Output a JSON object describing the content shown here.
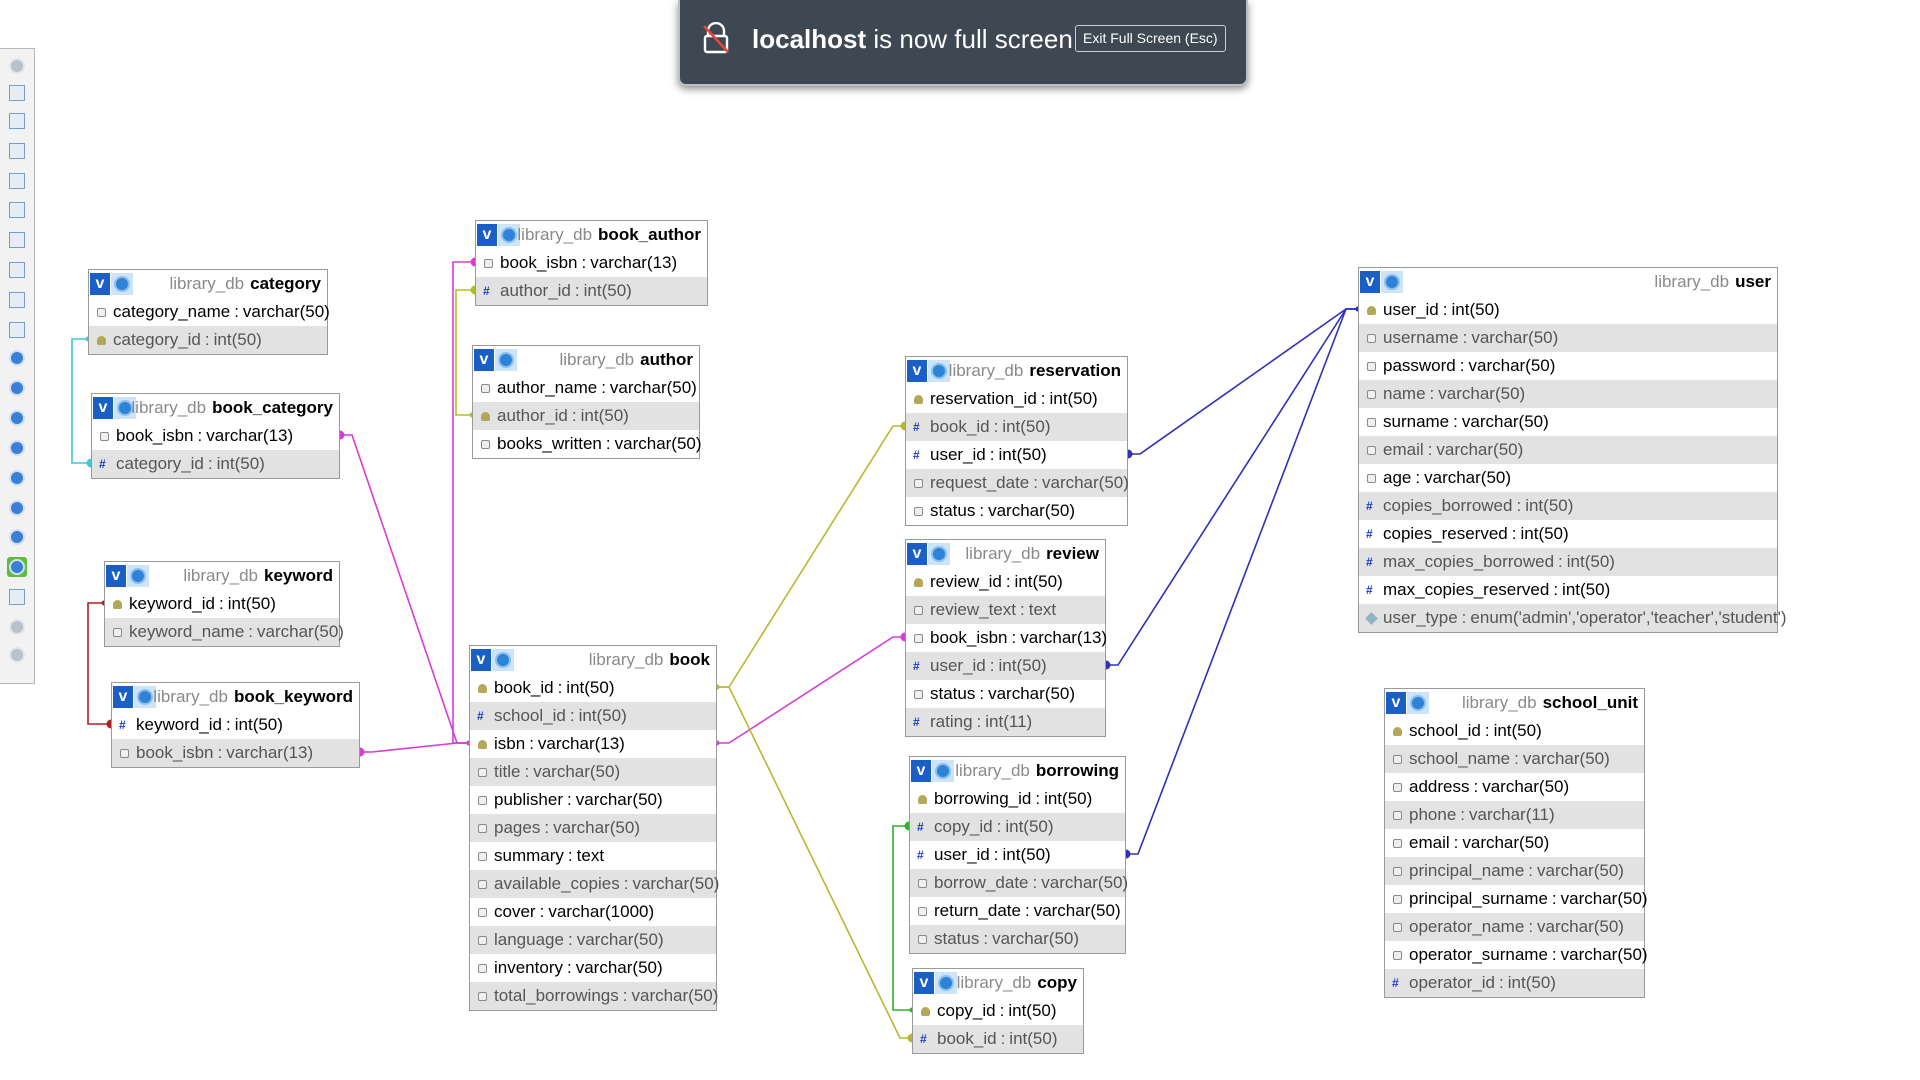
{
  "fullscreen": {
    "host": "localhost",
    "message": "is now full screen",
    "exit_label": "Exit Full Screen (Esc)"
  },
  "toolbar": {
    "icons": [
      "circle-check-icon",
      "toggle-fullscreen-icon",
      "add-page-icon",
      "new-page-icon",
      "edit-page-icon",
      "save-icon",
      "save-as-icon",
      "delete-page-icon",
      "page-list-icon",
      "music-icon",
      "globe-icon",
      "clock-icon",
      "help-icon",
      "back-icon",
      "pin-icon",
      "forward-icon",
      "info-icon",
      "active-table-icon",
      "export-icon",
      "redo-icon",
      "anchor-icon"
    ]
  },
  "tables": {
    "category": {
      "db": "library_db",
      "name": "category",
      "columns": [
        {
          "name": "category_name",
          "type": "varchar(50)",
          "icon": "str"
        },
        {
          "name": "category_id",
          "type": "int(50)",
          "icon": "key"
        }
      ]
    },
    "book_category": {
      "db": "library_db",
      "name": "book_category",
      "columns": [
        {
          "name": "book_isbn",
          "type": "varchar(13)",
          "icon": "str"
        },
        {
          "name": "category_id",
          "type": "int(50)",
          "icon": "num"
        }
      ]
    },
    "keyword": {
      "db": "library_db",
      "name": "keyword",
      "columns": [
        {
          "name": "keyword_id",
          "type": "int(50)",
          "icon": "key"
        },
        {
          "name": "keyword_name",
          "type": "varchar(50)",
          "icon": "str"
        }
      ]
    },
    "book_keyword": {
      "db": "library_db",
      "name": "book_keyword",
      "columns": [
        {
          "name": "keyword_id",
          "type": "int(50)",
          "icon": "num"
        },
        {
          "name": "book_isbn",
          "type": "varchar(13)",
          "icon": "str"
        }
      ]
    },
    "book_author": {
      "db": "library_db",
      "name": "book_author",
      "columns": [
        {
          "name": "book_isbn",
          "type": "varchar(13)",
          "icon": "str"
        },
        {
          "name": "author_id",
          "type": "int(50)",
          "icon": "num"
        }
      ]
    },
    "author": {
      "db": "library_db",
      "name": "author",
      "columns": [
        {
          "name": "author_name",
          "type": "varchar(50)",
          "icon": "str"
        },
        {
          "name": "author_id",
          "type": "int(50)",
          "icon": "key"
        },
        {
          "name": "books_written",
          "type": "varchar(50)",
          "icon": "str"
        }
      ]
    },
    "book": {
      "db": "library_db",
      "name": "book",
      "columns": [
        {
          "name": "book_id",
          "type": "int(50)",
          "icon": "key"
        },
        {
          "name": "school_id",
          "type": "int(50)",
          "icon": "num"
        },
        {
          "name": "isbn",
          "type": "varchar(13)",
          "icon": "key"
        },
        {
          "name": "title",
          "type": "varchar(50)",
          "icon": "str"
        },
        {
          "name": "publisher",
          "type": "varchar(50)",
          "icon": "str"
        },
        {
          "name": "pages",
          "type": "varchar(50)",
          "icon": "str"
        },
        {
          "name": "summary",
          "type": "text",
          "icon": "str"
        },
        {
          "name": "available_copies",
          "type": "varchar(50)",
          "icon": "str"
        },
        {
          "name": "cover",
          "type": "varchar(1000)",
          "icon": "str"
        },
        {
          "name": "language",
          "type": "varchar(50)",
          "icon": "str"
        },
        {
          "name": "inventory",
          "type": "varchar(50)",
          "icon": "str"
        },
        {
          "name": "total_borrowings",
          "type": "varchar(50)",
          "icon": "str"
        }
      ]
    },
    "reservation": {
      "db": "library_db",
      "name": "reservation",
      "columns": [
        {
          "name": "reservation_id",
          "type": "int(50)",
          "icon": "key"
        },
        {
          "name": "book_id",
          "type": "int(50)",
          "icon": "num"
        },
        {
          "name": "user_id",
          "type": "int(50)",
          "icon": "num"
        },
        {
          "name": "request_date",
          "type": "varchar(50)",
          "icon": "str"
        },
        {
          "name": "status",
          "type": "varchar(50)",
          "icon": "str"
        }
      ]
    },
    "review": {
      "db": "library_db",
      "name": "review",
      "columns": [
        {
          "name": "review_id",
          "type": "int(50)",
          "icon": "key"
        },
        {
          "name": "review_text",
          "type": "text",
          "icon": "str"
        },
        {
          "name": "book_isbn",
          "type": "varchar(13)",
          "icon": "str"
        },
        {
          "name": "user_id",
          "type": "int(50)",
          "icon": "num"
        },
        {
          "name": "status",
          "type": "varchar(50)",
          "icon": "str"
        },
        {
          "name": "rating",
          "type": "int(11)",
          "icon": "num"
        }
      ]
    },
    "borrowing": {
      "db": "library_db",
      "name": "borrowing",
      "columns": [
        {
          "name": "borrowing_id",
          "type": "int(50)",
          "icon": "key"
        },
        {
          "name": "copy_id",
          "type": "int(50)",
          "icon": "num"
        },
        {
          "name": "user_id",
          "type": "int(50)",
          "icon": "num"
        },
        {
          "name": "borrow_date",
          "type": "varchar(50)",
          "icon": "str"
        },
        {
          "name": "return_date",
          "type": "varchar(50)",
          "icon": "str"
        },
        {
          "name": "status",
          "type": "varchar(50)",
          "icon": "str"
        }
      ]
    },
    "copy": {
      "db": "library_db",
      "name": "copy",
      "columns": [
        {
          "name": "copy_id",
          "type": "int(50)",
          "icon": "key"
        },
        {
          "name": "book_id",
          "type": "int(50)",
          "icon": "num"
        }
      ]
    },
    "user": {
      "db": "library_db",
      "name": "user",
      "columns": [
        {
          "name": "user_id",
          "type": "int(50)",
          "icon": "key"
        },
        {
          "name": "username",
          "type": "varchar(50)",
          "icon": "str"
        },
        {
          "name": "password",
          "type": "varchar(50)",
          "icon": "str"
        },
        {
          "name": "name",
          "type": "varchar(50)",
          "icon": "str"
        },
        {
          "name": "surname",
          "type": "varchar(50)",
          "icon": "str"
        },
        {
          "name": "email",
          "type": "varchar(50)",
          "icon": "str"
        },
        {
          "name": "age",
          "type": "varchar(50)",
          "icon": "str"
        },
        {
          "name": "copies_borrowed",
          "type": "int(50)",
          "icon": "num"
        },
        {
          "name": "copies_reserved",
          "type": "int(50)",
          "icon": "num"
        },
        {
          "name": "max_copies_borrowed",
          "type": "int(50)",
          "icon": "num"
        },
        {
          "name": "max_copies_reserved",
          "type": "int(50)",
          "icon": "num"
        },
        {
          "name": "user_type",
          "type": "enum('admin','operator','teacher','student')",
          "icon": "enum"
        }
      ]
    },
    "school_unit": {
      "db": "library_db",
      "name": "school_unit",
      "columns": [
        {
          "name": "school_id",
          "type": "int(50)",
          "icon": "key"
        },
        {
          "name": "school_name",
          "type": "varchar(50)",
          "icon": "str"
        },
        {
          "name": "address",
          "type": "varchar(50)",
          "icon": "str"
        },
        {
          "name": "phone",
          "type": "varchar(11)",
          "icon": "str"
        },
        {
          "name": "email",
          "type": "varchar(50)",
          "icon": "str"
        },
        {
          "name": "principal_name",
          "type": "varchar(50)",
          "icon": "str"
        },
        {
          "name": "principal_surname",
          "type": "varchar(50)",
          "icon": "str"
        },
        {
          "name": "operator_name",
          "type": "varchar(50)",
          "icon": "str"
        },
        {
          "name": "operator_surname",
          "type": "varchar(50)",
          "icon": "str"
        },
        {
          "name": "operator_id",
          "type": "int(50)",
          "icon": "num"
        }
      ]
    }
  },
  "relations": [
    {
      "from": "book_category.book_isbn",
      "to": "book.isbn",
      "color": "#d63cd6"
    },
    {
      "from": "book_keyword.book_isbn",
      "to": "book.isbn",
      "color": "#d63cd6"
    },
    {
      "from": "book_author.book_isbn",
      "to": "book.isbn",
      "color": "#d63cd6"
    },
    {
      "from": "review.book_isbn",
      "to": "book.isbn",
      "color": "#d63cd6"
    },
    {
      "from": "book_category.category_id",
      "to": "category.category_id",
      "color": "#3cc8d6"
    },
    {
      "from": "book_keyword.keyword_id",
      "to": "keyword.keyword_id",
      "color": "#b02020"
    },
    {
      "from": "book_author.author_id",
      "to": "author.author_id",
      "color": "#b0c020"
    },
    {
      "from": "reservation.book_id",
      "to": "book.book_id",
      "color": "#b8b830"
    },
    {
      "from": "copy.book_id",
      "to": "book.book_id",
      "color": "#b8b830"
    },
    {
      "from": "borrowing.copy_id",
      "to": "copy.copy_id",
      "color": "#30b030"
    },
    {
      "from": "reservation.user_id",
      "to": "user.user_id",
      "color": "#3030b8"
    },
    {
      "from": "review.user_id",
      "to": "user.user_id",
      "color": "#3030b8"
    },
    {
      "from": "borrowing.user_id",
      "to": "user.user_id",
      "color": "#3030b8"
    }
  ]
}
